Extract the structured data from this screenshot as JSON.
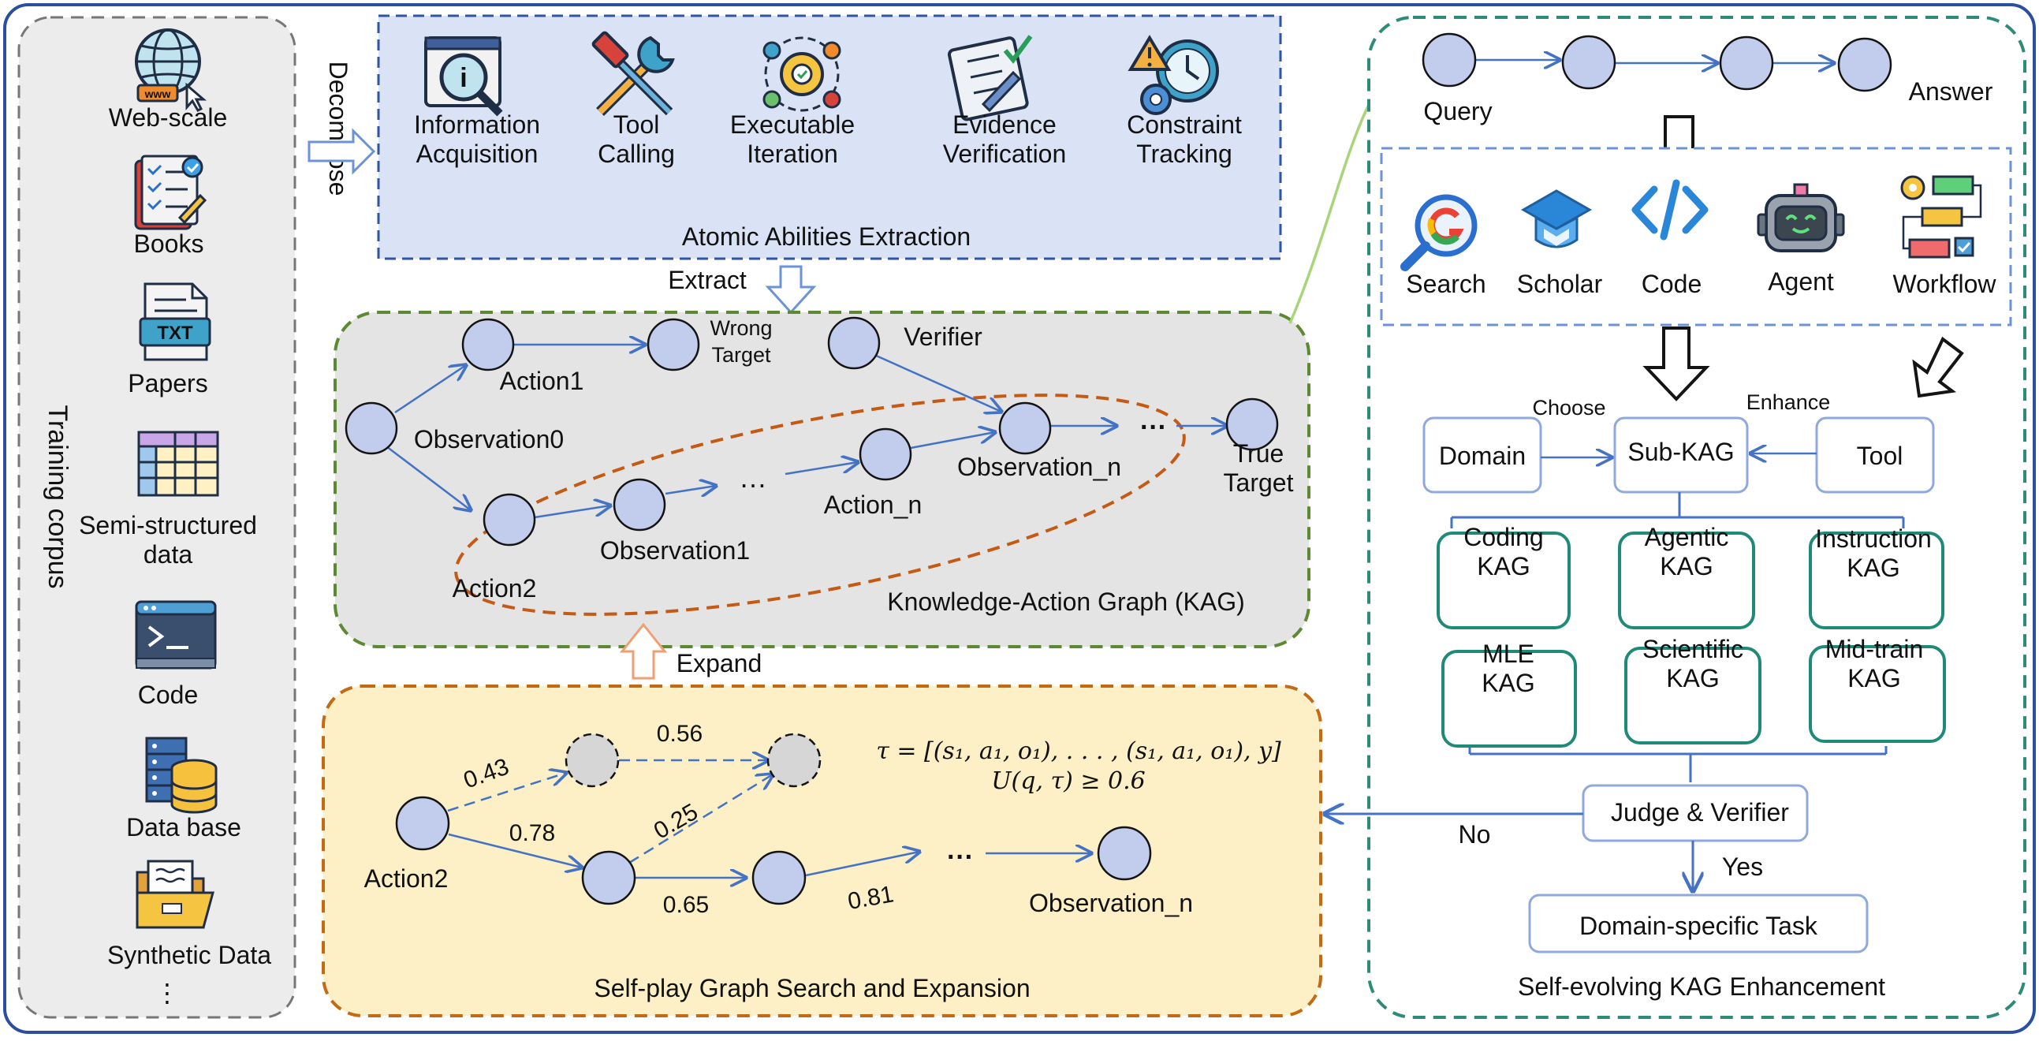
{
  "corpus": {
    "title": "Training corpus",
    "items": [
      {
        "label": "Web-scale",
        "icon": "globe-www-icon"
      },
      {
        "label": "Books",
        "icon": "book-checklist-icon"
      },
      {
        "label": "Papers",
        "icon": "txt-document-icon"
      },
      {
        "label": "Semi-structured\ndata",
        "icon": "table-icon"
      },
      {
        "label": "Code",
        "icon": "terminal-icon"
      },
      {
        "label": "Data base",
        "icon": "database-server-icon"
      },
      {
        "label": "Synthetic Data",
        "icon": "folder-icon"
      }
    ],
    "more": "⋮"
  },
  "decompose_label": "Decompose",
  "atomic": {
    "title": "Atomic Abilities Extraction",
    "abilities": [
      {
        "label": "Information\nAcquisition",
        "icon": "document-magnifier-icon"
      },
      {
        "label": "Tool\nCalling",
        "icon": "hammer-wrench-icon"
      },
      {
        "label": "Executable\nIteration",
        "icon": "gear-cycle-icon"
      },
      {
        "label": "Evidence\nVerification",
        "icon": "clipboard-check-icon"
      },
      {
        "label": "Constraint\nTracking",
        "icon": "warning-clock-icon"
      }
    ]
  },
  "extract_label": "Extract",
  "expand_label": "Expand",
  "kag": {
    "title": "Knowledge-Action Graph (KAG)",
    "labels": {
      "observation0": "Observation0",
      "action1": "Action1",
      "wrong_target": "Wrong\nTarget",
      "verifier": "Verifier",
      "action2": "Action2",
      "observation1": "Observation1",
      "action_n": "Action_n",
      "observation_n": "Observation_n",
      "true_target": "True\nTarget",
      "ellipsis": "…",
      "ellipsis2": "···"
    }
  },
  "selfplay": {
    "title": "Self-play Graph Search and Expansion",
    "labels": {
      "action2": "Action2",
      "observation_n": "Observation_n",
      "ellipsis": "···"
    },
    "edge_weights": [
      "0.43",
      "0.56",
      "0.78",
      "0.25",
      "0.65",
      "0.81"
    ],
    "formula_line1": "τ = [(s₁, a₁, o₁), . . . , (s₁, a₁, o₁), y]",
    "formula_line2": "U(q, τ) ≥ 0.6"
  },
  "enhance": {
    "title": "Self-evolving KAG Enhancement",
    "query_label": "Query",
    "answer_label": "Answer",
    "tools": [
      {
        "label": "Search",
        "icon": "google-search-icon"
      },
      {
        "label": "Scholar",
        "icon": "scholar-cap-icon"
      },
      {
        "label": "Code",
        "icon": "code-brackets-icon"
      },
      {
        "label": "Agent",
        "icon": "robot-icon"
      },
      {
        "label": "Workflow",
        "icon": "workflow-icon"
      }
    ],
    "choose_label": "Choose",
    "enhance_label": "Enhance",
    "domain_box": "Domain",
    "subkag_box": "Sub-KAG",
    "tool_box": "Tool",
    "kag_types": [
      "Coding\nKAG",
      "Agentic\nKAG",
      "Instruction\nKAG",
      "MLE\nKAG",
      "Scientific\nKAG",
      "Mid-train\nKAG"
    ],
    "judge_box": "Judge & Verifier",
    "no_label": "No",
    "yes_label": "Yes",
    "task_box": "Domain-specific Task"
  },
  "colors": {
    "node_fill": "#c2cdee",
    "node_stroke": "#141414",
    "arrow_blue": "#4472c4",
    "atomic_fill": "#dae3f5",
    "atomic_border": "#2e54a6",
    "kag_fill": "#e4e4e4",
    "kag_border": "#5b8a32",
    "selfplay_fill": "#fdefc6",
    "selfplay_border": "#c46a14",
    "enhance_border": "#2e8b78",
    "teal_box": "#1f8a78",
    "outer_border": "#2a4ea0",
    "wrong_node_fill": "#d6d6d6",
    "ellipse_orange": "#c45a14",
    "green_curve": "#a9d47a"
  }
}
